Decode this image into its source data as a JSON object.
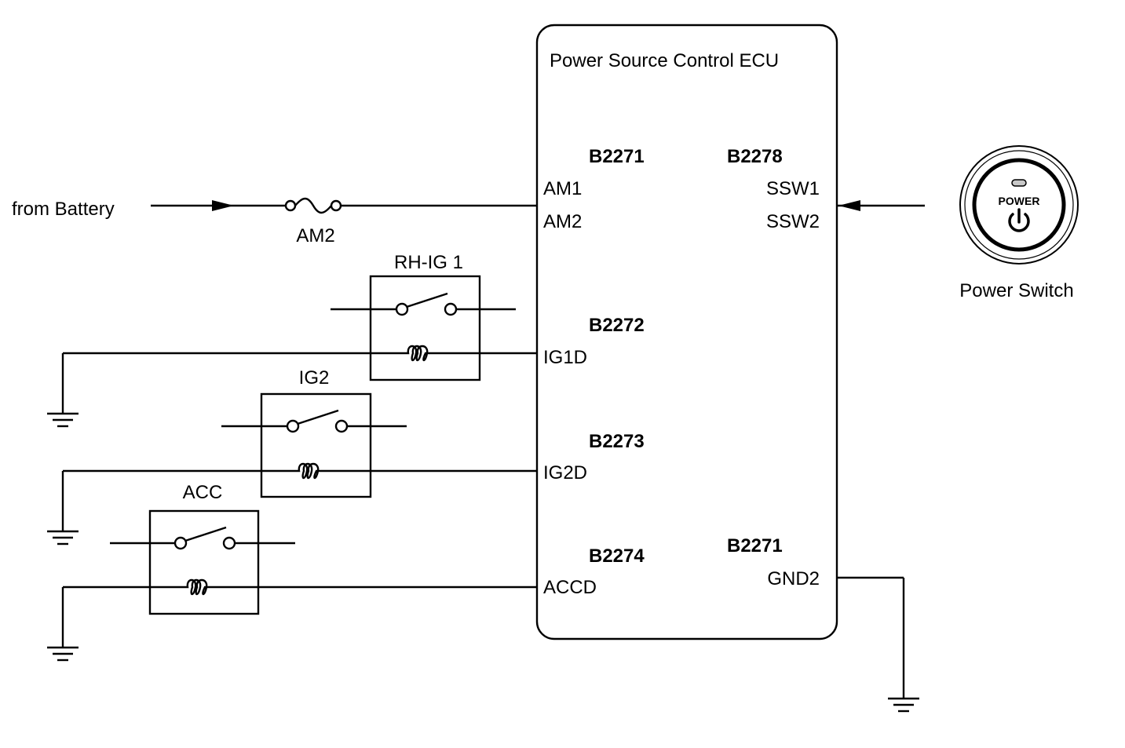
{
  "ecu": {
    "title": "Power Source Control ECU"
  },
  "battery": {
    "label": "from Battery"
  },
  "fuse": {
    "label": "AM2"
  },
  "relays": {
    "rhig1": {
      "label": "RH-IG 1"
    },
    "ig2": {
      "label": "IG2"
    },
    "acc": {
      "label": "ACC"
    }
  },
  "connectors": {
    "b2271_top": "B2271",
    "b2278": "B2278",
    "b2272": "B2272",
    "b2273": "B2273",
    "b2274": "B2274",
    "b2271_bottom": "B2271"
  },
  "pins": {
    "am1": "AM1",
    "am2": "AM2",
    "ssw1": "SSW1",
    "ssw2": "SSW2",
    "ig1d": "IG1D",
    "ig2d": "IG2D",
    "accd": "ACCD",
    "gnd2": "GND2"
  },
  "power_switch": {
    "button_text": "POWER",
    "label": "Power Switch"
  },
  "colors": {
    "line": "#000000",
    "background": "#ffffff",
    "indicator": "#c8c8c8"
  }
}
